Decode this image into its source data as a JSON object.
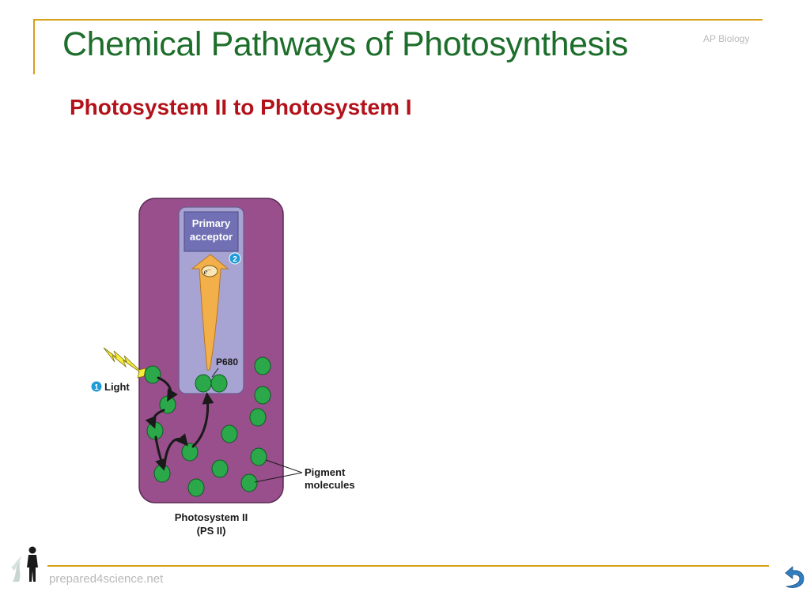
{
  "slide": {
    "title": "Chemical Pathways of Photosynthesis",
    "corner_label": "AP Biology",
    "subtitle": "Photosystem II to Photosystem I",
    "footer_text": "prepared4science.net"
  },
  "diagram": {
    "primary_acceptor_line1": "Primary",
    "primary_acceptor_line2": "acceptor",
    "electron_label": "e",
    "electron_charge": "–",
    "step2_number": "2",
    "p680_label": "P680",
    "step1_number": "1",
    "light_label": "Light",
    "pigment_label_line1": "Pigment",
    "pigment_label_line2": "molecules",
    "caption_line1": "Photosystem II",
    "caption_line2": "(PS II)"
  },
  "colors": {
    "title_green": "#1d6e2b",
    "subtitle_red": "#b3121a",
    "rule_gold": "#d4a017",
    "photosystem_purple": "#984f8c",
    "inner_lavender": "#a7a3d2",
    "acceptor_box": "#7170b5",
    "pigment_green": "#2aa84a",
    "arrow_orange": "#f3b04a",
    "badge_blue": "#1f9bd8"
  },
  "icons": {
    "logo": "person-silhouette-icon",
    "next": "next-arrow-icon",
    "light": "lightning-bolt-icon"
  }
}
